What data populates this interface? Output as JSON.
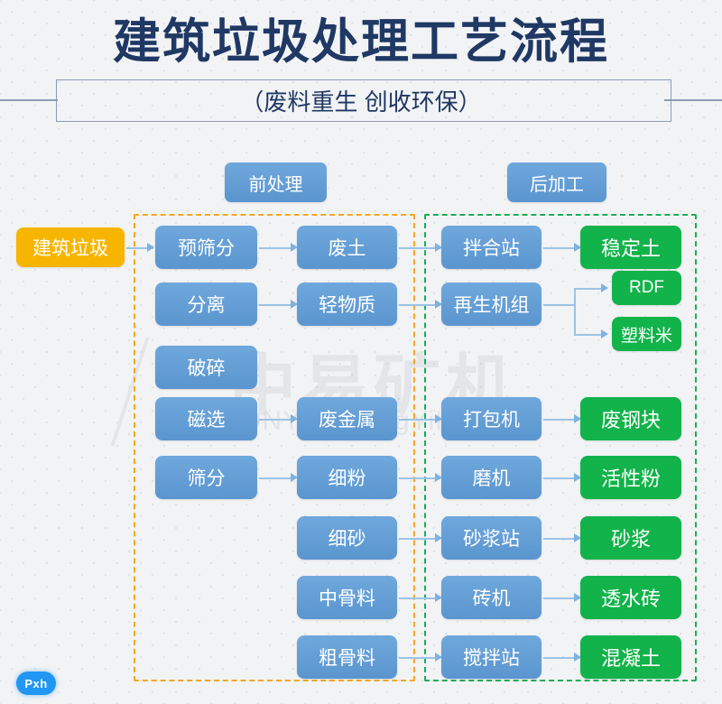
{
  "header": {
    "main_title": "建筑垃圾处理工艺流程",
    "sub_title": "（废料重生  创收环保）",
    "title_color": "#1f3864",
    "frame_color": "#8b9bb8"
  },
  "watermark": {
    "chinese": "中易矿机",
    "english": "ZOONYE ZhongYiKuangJi"
  },
  "badge": {
    "label": "Pxh",
    "color": "#2196f3"
  },
  "zones": [
    {
      "id": "pre",
      "label": "前处理",
      "border_color": "#f5a623"
    },
    {
      "id": "post",
      "label": "后加工",
      "border_color": "#1aaf54"
    }
  ],
  "colors": {
    "blue": "#5b95cf",
    "green": "#12b34a",
    "orange": "#f7b500",
    "connector": "#9cc3e5"
  },
  "nodes": [
    {
      "id": "n-input",
      "label": "建筑垃圾",
      "type": "orange"
    },
    {
      "id": "n-presort",
      "label": "预筛分",
      "type": "blue"
    },
    {
      "id": "n-waste-soil",
      "label": "废土",
      "type": "blue"
    },
    {
      "id": "n-mixplant",
      "label": "拌合站",
      "type": "blue"
    },
    {
      "id": "n-stabsoil",
      "label": "稳定土",
      "type": "green"
    },
    {
      "id": "n-separate",
      "label": "分离",
      "type": "blue"
    },
    {
      "id": "n-light",
      "label": "轻物质",
      "type": "blue"
    },
    {
      "id": "n-regen",
      "label": "再生机组",
      "type": "blue"
    },
    {
      "id": "n-rdf",
      "label": "RDF",
      "type": "green"
    },
    {
      "id": "n-plastic",
      "label": "塑料米",
      "type": "green"
    },
    {
      "id": "n-crush",
      "label": "破碎",
      "type": "blue"
    },
    {
      "id": "n-magnet",
      "label": "磁选",
      "type": "blue"
    },
    {
      "id": "n-scrap",
      "label": "废金属",
      "type": "blue"
    },
    {
      "id": "n-baler",
      "label": "打包机",
      "type": "blue"
    },
    {
      "id": "n-steel",
      "label": "废钢块",
      "type": "green"
    },
    {
      "id": "n-screen",
      "label": "筛分",
      "type": "blue"
    },
    {
      "id": "n-finepow",
      "label": "细粉",
      "type": "blue"
    },
    {
      "id": "n-mill",
      "label": "磨机",
      "type": "blue"
    },
    {
      "id": "n-activepow",
      "label": "活性粉",
      "type": "green"
    },
    {
      "id": "n-finesand",
      "label": "细砂",
      "type": "blue"
    },
    {
      "id": "n-mortar-st",
      "label": "砂浆站",
      "type": "blue"
    },
    {
      "id": "n-mortar",
      "label": "砂浆",
      "type": "green"
    },
    {
      "id": "n-midagg",
      "label": "中骨料",
      "type": "blue"
    },
    {
      "id": "n-brickm",
      "label": "砖机",
      "type": "blue"
    },
    {
      "id": "n-permbrick",
      "label": "透水砖",
      "type": "green"
    },
    {
      "id": "n-coarseagg",
      "label": "粗骨料",
      "type": "blue"
    },
    {
      "id": "n-batch",
      "label": "搅拌站",
      "type": "blue"
    },
    {
      "id": "n-concrete",
      "label": "混凝土",
      "type": "green"
    }
  ],
  "edges": [
    {
      "from": "n-input",
      "to": "n-presort"
    },
    {
      "from": "n-presort",
      "to": "n-waste-soil"
    },
    {
      "from": "n-waste-soil",
      "to": "n-mixplant"
    },
    {
      "from": "n-mixplant",
      "to": "n-stabsoil"
    },
    {
      "from": "n-separate",
      "to": "n-light"
    },
    {
      "from": "n-light",
      "to": "n-regen"
    },
    {
      "from": "n-regen",
      "to": "n-rdf"
    },
    {
      "from": "n-regen",
      "to": "n-plastic"
    },
    {
      "from": "n-magnet",
      "to": "n-scrap"
    },
    {
      "from": "n-scrap",
      "to": "n-baler"
    },
    {
      "from": "n-baler",
      "to": "n-steel"
    },
    {
      "from": "n-screen",
      "to": "n-finepow"
    },
    {
      "from": "n-finepow",
      "to": "n-mill"
    },
    {
      "from": "n-mill",
      "to": "n-activepow"
    },
    {
      "from": "n-finesand",
      "to": "n-mortar-st"
    },
    {
      "from": "n-mortar-st",
      "to": "n-mortar"
    },
    {
      "from": "n-midagg",
      "to": "n-brickm"
    },
    {
      "from": "n-brickm",
      "to": "n-permbrick"
    },
    {
      "from": "n-coarseagg",
      "to": "n-batch"
    },
    {
      "from": "n-batch",
      "to": "n-concrete"
    }
  ]
}
